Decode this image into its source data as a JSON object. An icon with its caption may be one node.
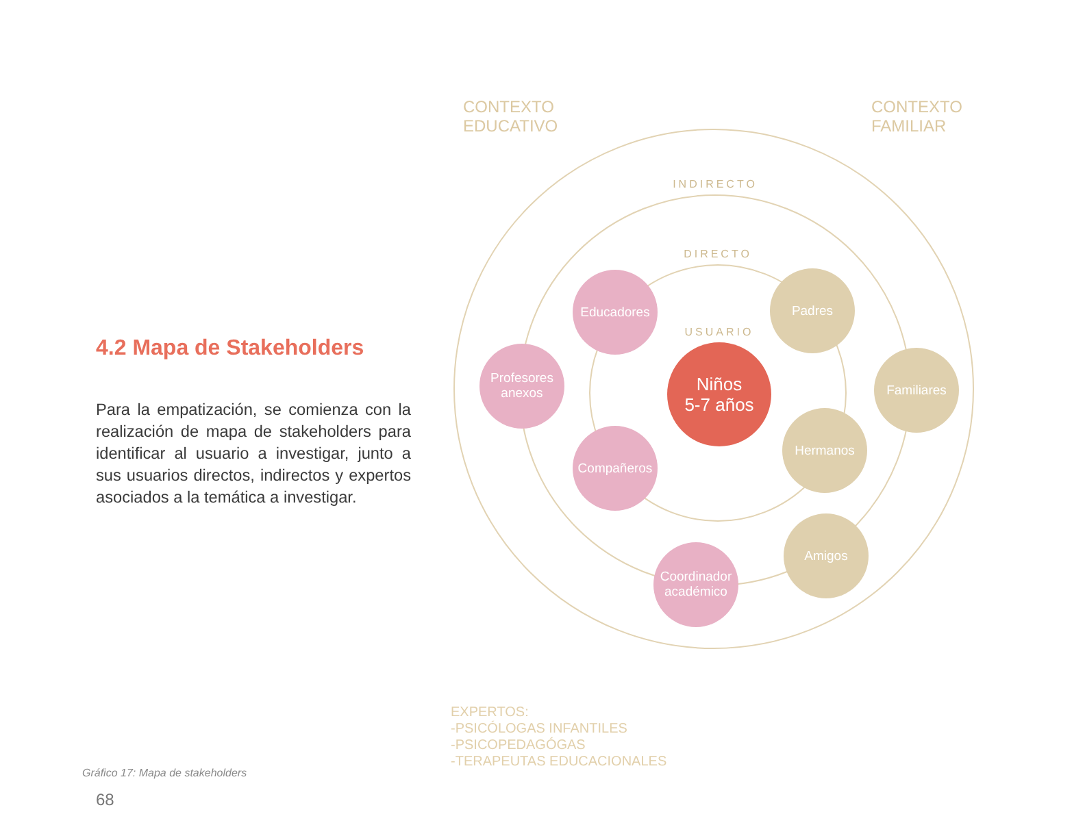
{
  "diagram": {
    "title": "4.2 Mapa de Stakeholders",
    "caption": "Gráfico 17: Mapa de stakeholders",
    "nodes": [
      {
        "text": [],
        "shape": "circle"
      },
      {
        "text": [
          "INDIRECTO"
        ],
        "in": 0
      },
      {
        "text": [
          "DIRECTO"
        ],
        "in": 1
      },
      {
        "text": [
          "USUARIO",
          "Niños 5-7 años"
        ],
        "in": 2
      },
      {
        "text": [
          "Educadores"
        ],
        "in": 1
      },
      {
        "text": [
          "Padres"
        ],
        "in": 1
      },
      {
        "text": [
          "Profesores anexos"
        ],
        "in": 0
      },
      {
        "text": [
          "Familiares"
        ],
        "in": 0
      },
      {
        "text": [
          "Compañeros"
        ],
        "in": 1
      },
      {
        "text": [
          "Hermanos"
        ],
        "in": 1
      },
      {
        "text": [
          "Amigos"
        ],
        "in": 0
      },
      {
        "text": [
          "Coordinador académico"
        ],
        "in": 0
      }
    ],
    "labels": [
      "CONTEXTO EDUCATIVO",
      "CONTEXTO FAMILIAR",
      "Para la empatización, se comienza con la realización de mapa de stakeholders para identificar al usuario a investigar, junto a sus usuarios directos, indirectos y expertos asociados a la temática a investigar.",
      "EXPERTOS:",
      "-PSICÓLOGAS INFANTILES",
      "-PSICOPEDAGÓGAS",
      "-TERAPEUTAS EDUCACIONALES",
      "68"
    ]
  }
}
